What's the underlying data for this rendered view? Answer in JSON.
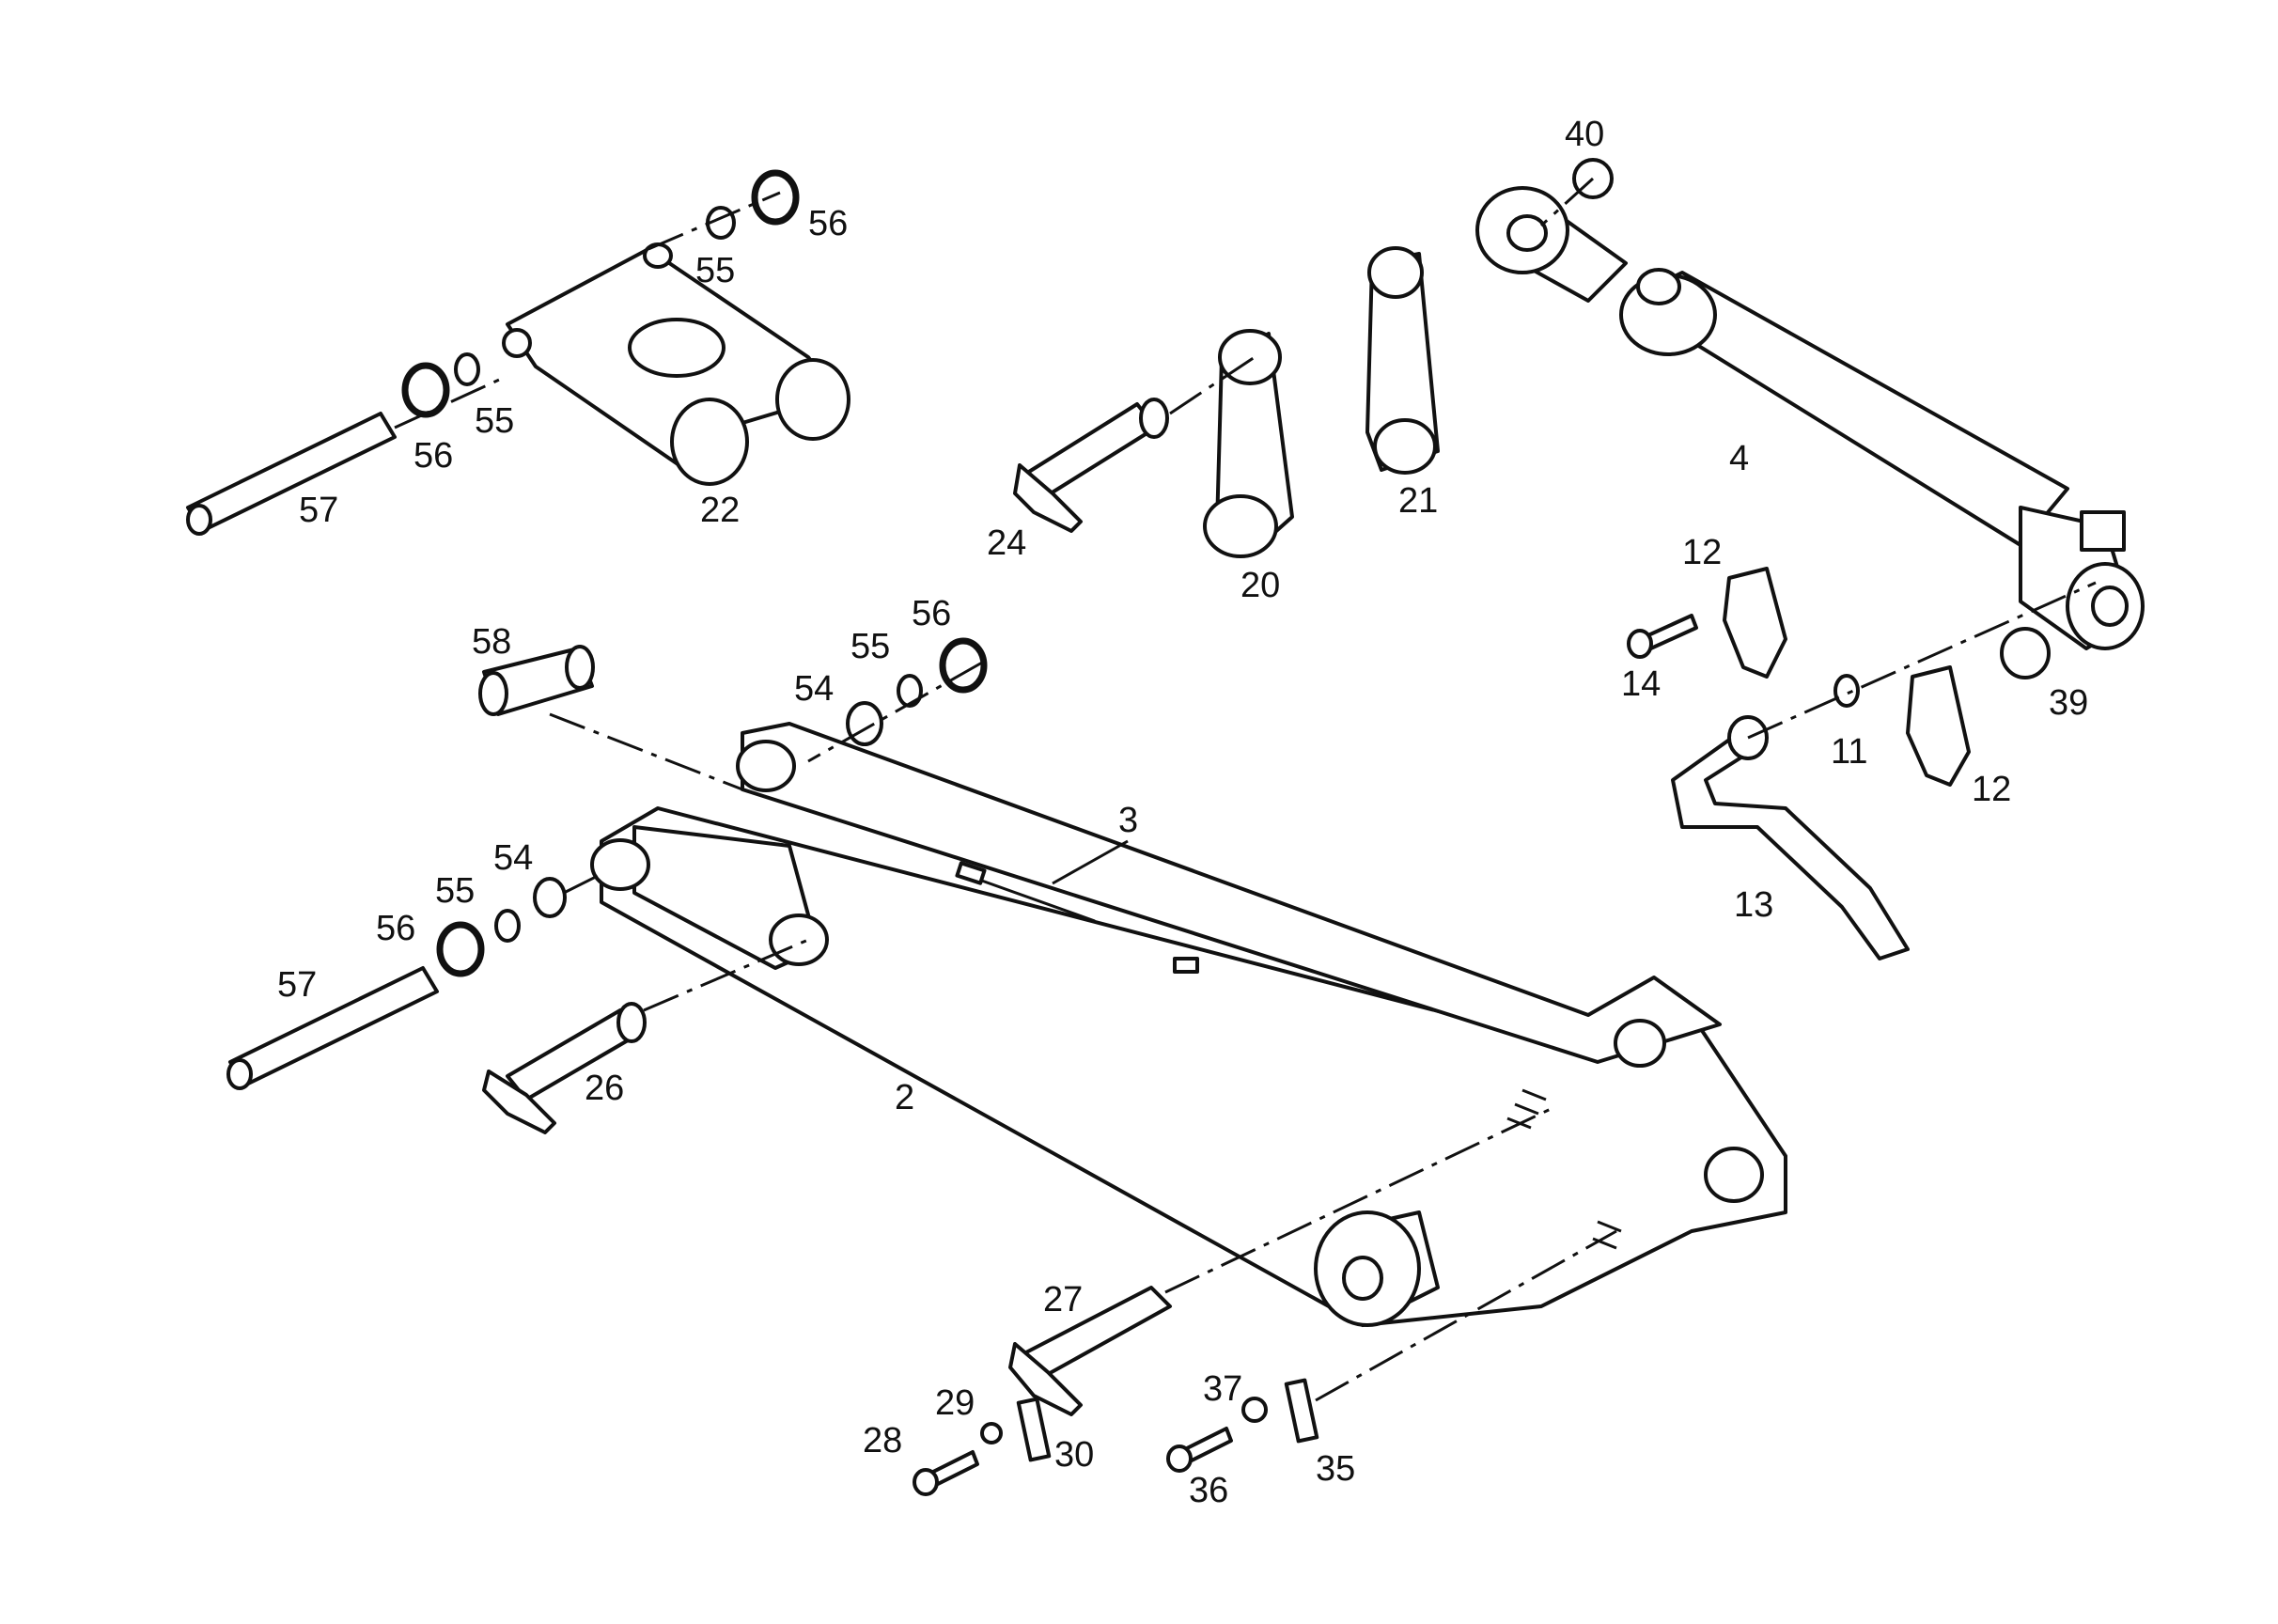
{
  "callouts": {
    "p2": "2",
    "p3": "3",
    "p4": "4",
    "p11": "11",
    "p12a": "12",
    "p12b": "12",
    "p13": "13",
    "p14": "14",
    "p20": "20",
    "p21": "21",
    "p22": "22",
    "p24": "24",
    "p26": "26",
    "p27": "27",
    "p28": "28",
    "p29": "29",
    "p30": "30",
    "p35": "35",
    "p36": "36",
    "p37": "37",
    "p39": "39",
    "p40": "40",
    "p54a": "54",
    "p54b": "54",
    "p55a": "55",
    "p55b": "55",
    "p55c": "55",
    "p55d": "55",
    "p56a": "56",
    "p56b": "56",
    "p56c": "56",
    "p56d": "56",
    "p57a": "57",
    "p57b": "57",
    "p58": "58"
  }
}
